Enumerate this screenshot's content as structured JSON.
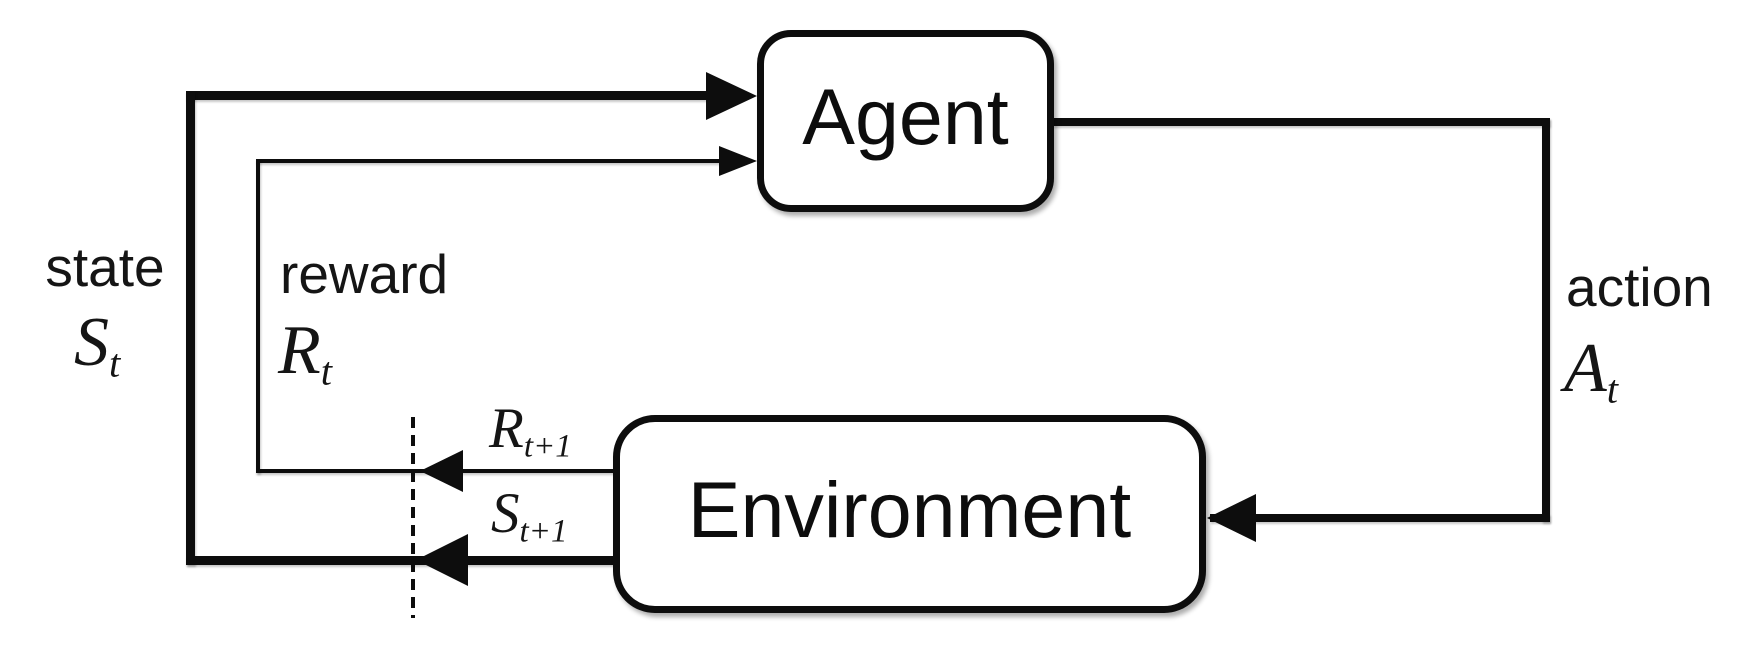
{
  "diagram": {
    "nodes": {
      "agent": {
        "label": "Agent"
      },
      "environment": {
        "label": "Environment"
      }
    },
    "edges": {
      "state": {
        "word": "state",
        "symbol_base": "S",
        "symbol_sub": "t"
      },
      "reward": {
        "word": "reward",
        "symbol_base": "R",
        "symbol_sub": "t"
      },
      "action": {
        "word": "action",
        "symbol_base": "A",
        "symbol_sub": "t"
      },
      "next_reward": {
        "symbol_base": "R",
        "symbol_sub": "t+1"
      },
      "next_state": {
        "symbol_base": "S",
        "symbol_sub": "t+1"
      }
    },
    "colors": {
      "ink": "#0d0d0d",
      "background": "#ffffff",
      "node_fill": "#ffffff"
    }
  }
}
